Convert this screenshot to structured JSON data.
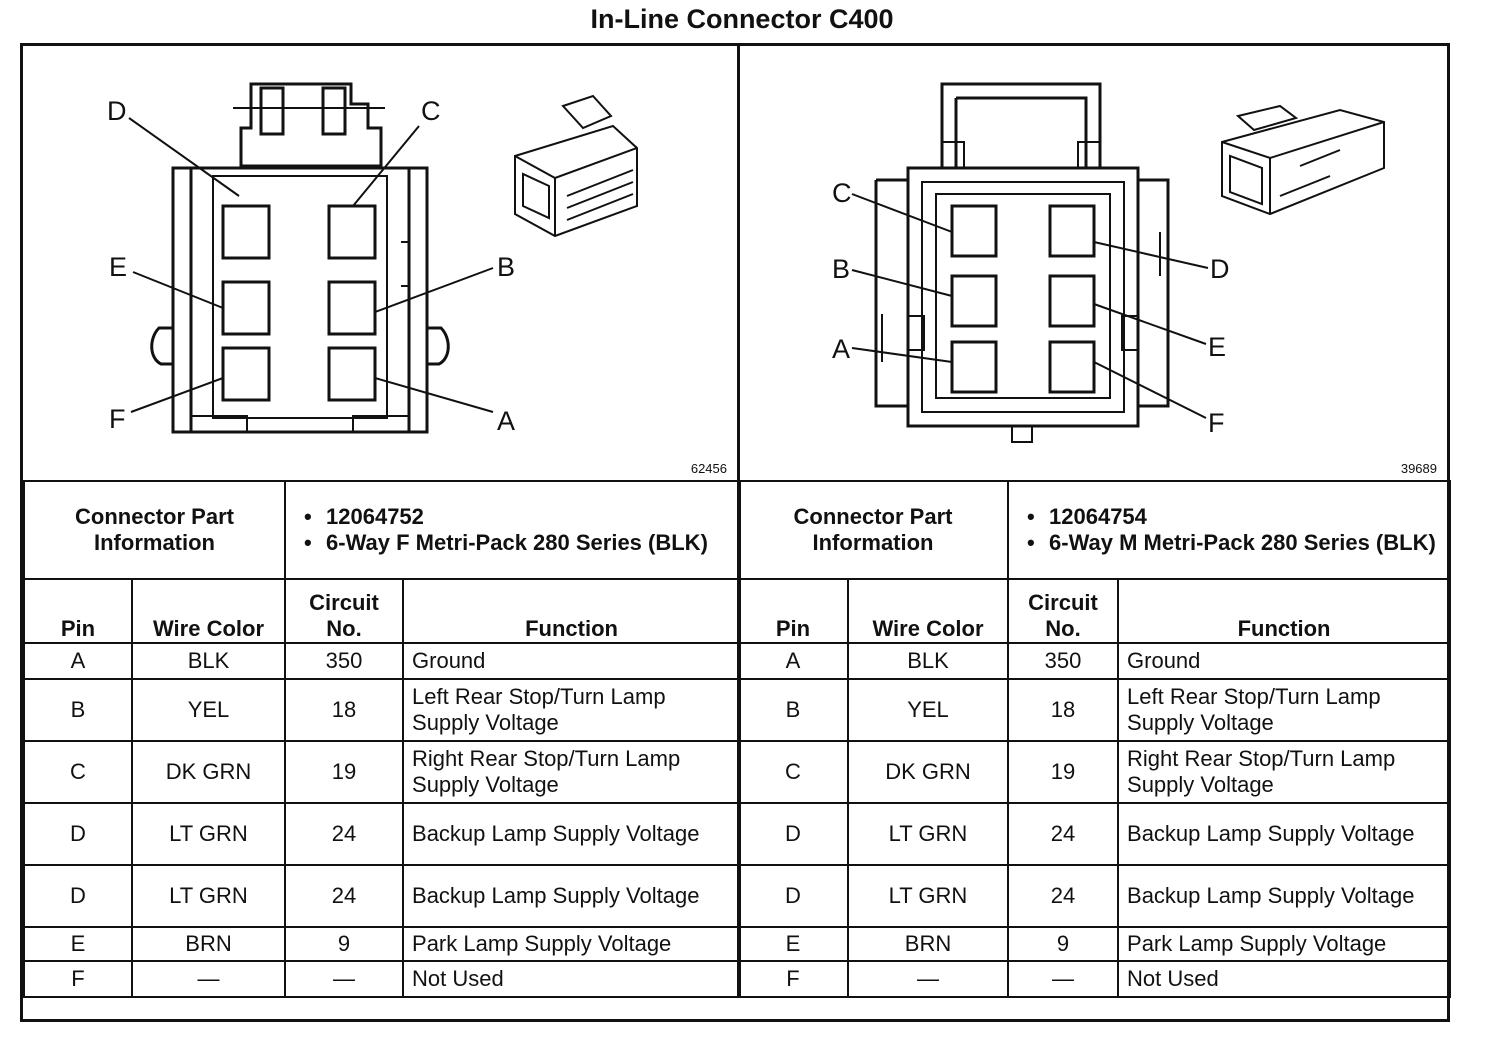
{
  "title": "In-Line Connector C400",
  "left": {
    "figure_number": "62456",
    "pin_labels": [
      "D",
      "C",
      "E",
      "B",
      "F",
      "A"
    ],
    "connector_info_label": "Connector Part Information",
    "part_info": [
      "12064752",
      "6-Way F Metri-Pack 280 Series (BLK)"
    ],
    "headers": {
      "pin": "Pin",
      "wire_color": "Wire Color",
      "circuit": "Circuit No.",
      "function": "Function"
    },
    "rows": [
      {
        "pin": "A",
        "wire": "BLK",
        "circuit": "350",
        "function": "Ground"
      },
      {
        "pin": "B",
        "wire": "YEL",
        "circuit": "18",
        "function": "Left Rear Stop/Turn Lamp Supply Voltage"
      },
      {
        "pin": "C",
        "wire": "DK GRN",
        "circuit": "19",
        "function": "Right Rear Stop/Turn Lamp Supply Voltage"
      },
      {
        "pin": "D",
        "wire": "LT GRN",
        "circuit": "24",
        "function": "Backup Lamp Supply Voltage"
      },
      {
        "pin": "D",
        "wire": "LT GRN",
        "circuit": "24",
        "function": "Backup Lamp Supply Voltage"
      },
      {
        "pin": "E",
        "wire": "BRN",
        "circuit": "9",
        "function": "Park Lamp Supply Voltage"
      },
      {
        "pin": "F",
        "wire": "—",
        "circuit": "—",
        "function": "Not Used"
      }
    ]
  },
  "right": {
    "figure_number": "39689",
    "pin_labels": [
      "C",
      "B",
      "A",
      "D",
      "E",
      "F"
    ],
    "connector_info_label": "Connector Part Information",
    "part_info": [
      "12064754",
      "6-Way M Metri-Pack 280 Series (BLK)"
    ],
    "headers": {
      "pin": "Pin",
      "wire_color": "Wire Color",
      "circuit": "Circuit No.",
      "function": "Function"
    },
    "rows": [
      {
        "pin": "A",
        "wire": "BLK",
        "circuit": "350",
        "function": "Ground"
      },
      {
        "pin": "B",
        "wire": "YEL",
        "circuit": "18",
        "function": "Left Rear Stop/Turn Lamp Supply Voltage"
      },
      {
        "pin": "C",
        "wire": "DK GRN",
        "circuit": "19",
        "function": "Right Rear Stop/Turn Lamp Supply Voltage"
      },
      {
        "pin": "D",
        "wire": "LT GRN",
        "circuit": "24",
        "function": "Backup Lamp Supply Voltage"
      },
      {
        "pin": "D",
        "wire": "LT GRN",
        "circuit": "24",
        "function": "Backup Lamp Supply Voltage"
      },
      {
        "pin": "E",
        "wire": "BRN",
        "circuit": "9",
        "function": "Park Lamp Supply Voltage"
      },
      {
        "pin": "F",
        "wire": "—",
        "circuit": "—",
        "function": "Not Used"
      }
    ]
  }
}
